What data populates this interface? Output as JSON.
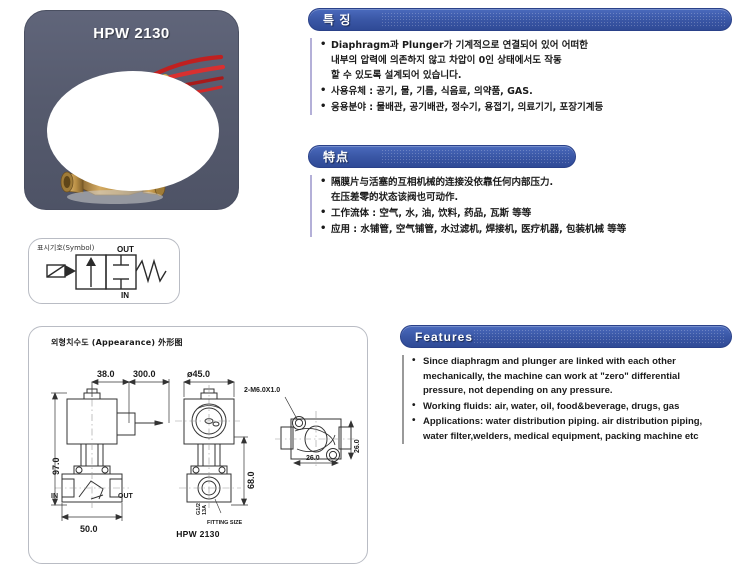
{
  "product": {
    "name": "HPW 2130",
    "image_alt": "solenoid-valve-photo"
  },
  "symbol_panel": {
    "label": "표시기호(Symbol)",
    "port_out": "OUT",
    "port_in": "IN"
  },
  "drawing_panel": {
    "title": "외형치수도 (Appearance) 外形图",
    "caption": "HPW 2130",
    "dimensions": {
      "d38": "38.0",
      "d300": "300.0",
      "d97": "97.0",
      "d50": "50.0",
      "diameter45": "ø45.0",
      "d68": "68.0",
      "thread": "2-M6.0X1.0",
      "d26_v": "26.0",
      "d26_h": "26.0",
      "fitting_size": "FITTING SIZE",
      "fitting_small_1": "G1/2",
      "fitting_small_2": "13A"
    },
    "labels": {
      "in": "IN",
      "out": "OUT"
    }
  },
  "sections": [
    {
      "id": "features-ko",
      "title": "특  징",
      "lang": "ko",
      "accent": "accent-lav",
      "bullets": [
        "Diaphragm과 Plunger가 기계적으로 연결되어 있어 어떠한",
        "사용유체 : 공기, 물, 기름, 식음료, 의약품, GAS.",
        "응용분야 : 물배관, 공기배관, 정수기, 용접기, 의료기기, 포장기계등"
      ],
      "bullet0_cont": [
        "내부의 압력에 의존하지 않고 차압이 0인 상태에서도 작동",
        "할 수 있도록 설계되어 있습니다."
      ]
    },
    {
      "id": "features-zh",
      "title": "特点",
      "lang": "zh",
      "accent": "accent-lav",
      "bullets": [
        "隔膜片与活塞的互相机械的连接没依靠任何内部压力.",
        "工作流体 : 空气, 水, 油, 饮料, 药品, 瓦斯 等等",
        "应用 : 水铺管, 空气铺管, 水过滤机, 焊接机, 医疗机器, 包装机械 等等"
      ],
      "bullet0_cont": [
        "在压差零的状态该阀也可动作."
      ]
    },
    {
      "id": "features-en",
      "title": "Features",
      "lang": "en",
      "accent": "accent-gray",
      "bullets": [
        "Since diaphragm and plunger are linked with each other",
        "Working fluids: air, water, oil, food&beverage, drugs, gas",
        "Applications: water distribution piping.  air distribution piping,"
      ],
      "bullet0_cont": [
        "mechanically, the machine can work at \"zero\" differential",
        "pressure, not depending on any  pressure."
      ],
      "bullet2_cont": [
        "water filter,welders, medical equipment, packing machine etc"
      ]
    }
  ],
  "colors": {
    "header_blue": "#3a57a6",
    "panel_dark": "#565b6e",
    "accent_lavender": "#b4b0d8",
    "accent_gray": "#9a9a9a"
  }
}
